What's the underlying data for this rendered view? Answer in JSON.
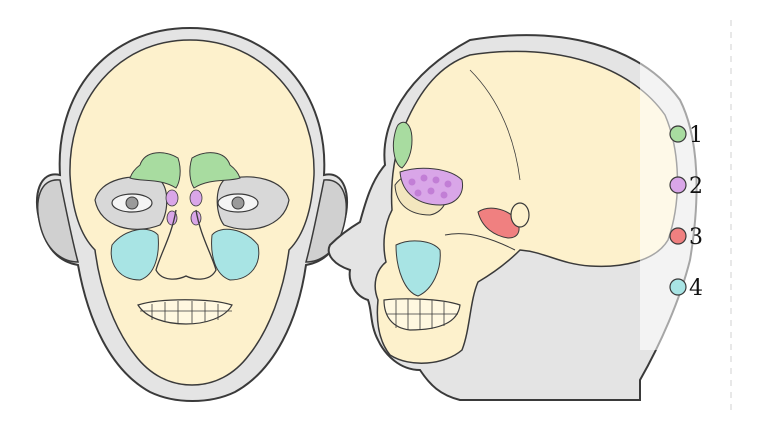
{
  "diagram": {
    "legend": [
      {
        "number": "1",
        "color": "#a8dca0"
      },
      {
        "number": "2",
        "color": "#d9a6e8"
      },
      {
        "number": "3",
        "color": "#f08080"
      },
      {
        "number": "4",
        "color": "#a8e4e4"
      }
    ],
    "colors": {
      "skin_outline": "#b8b8b8",
      "skin_fill": "#e4e4e4",
      "bone_fill": "#fdf1cc",
      "bone_stroke": "#3a3a3a",
      "frontal_sinus": "#a8dca0",
      "ethmoid_sinus": "#d9a6e8",
      "sphenoid_sinus": "#f08080",
      "maxillary_sinus": "#a8e4e4"
    }
  }
}
